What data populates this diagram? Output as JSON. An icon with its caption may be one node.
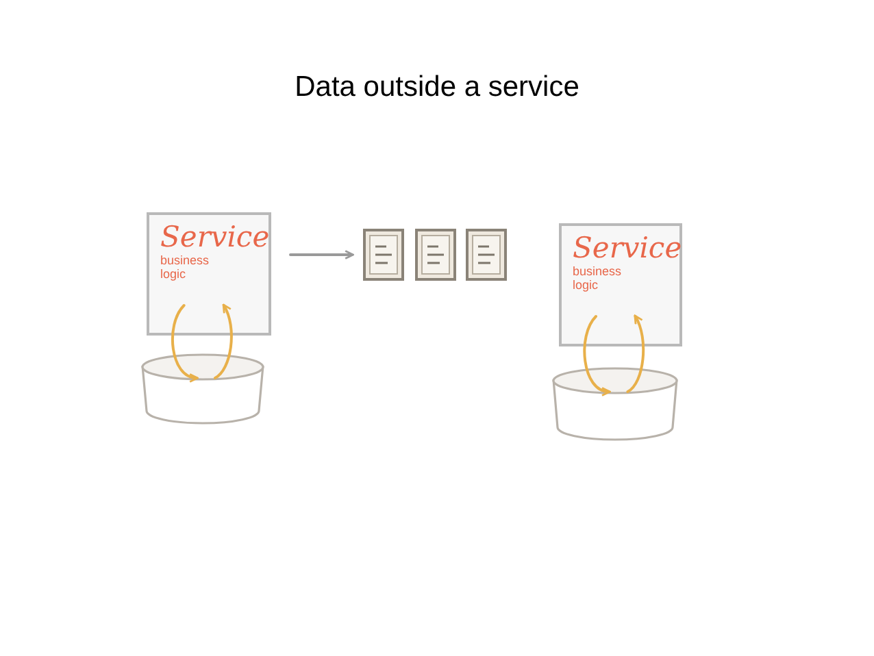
{
  "diagram": {
    "title": "Data outside a service",
    "nodes": [
      {
        "text": [
          "Service",
          "business logic"
        ]
      },
      {
        "text": [],
        "shape": "cylinder"
      },
      {
        "text": [],
        "shape": "document"
      },
      {
        "text": [],
        "shape": "document"
      },
      {
        "text": [],
        "shape": "document"
      },
      {
        "text": [
          "Service",
          "business logic"
        ]
      },
      {
        "text": [],
        "shape": "cylinder"
      }
    ],
    "edges": [
      {
        "from": 0,
        "to": 1,
        "arrow": "to"
      },
      {
        "from": 1,
        "to": 0,
        "arrow": "to"
      },
      {
        "from": 0,
        "to": 2,
        "arrow": "to",
        "color": "#9a9a9a"
      },
      {
        "from": 5,
        "to": 6,
        "arrow": "to"
      },
      {
        "from": 6,
        "to": 5,
        "arrow": "to"
      }
    ]
  }
}
